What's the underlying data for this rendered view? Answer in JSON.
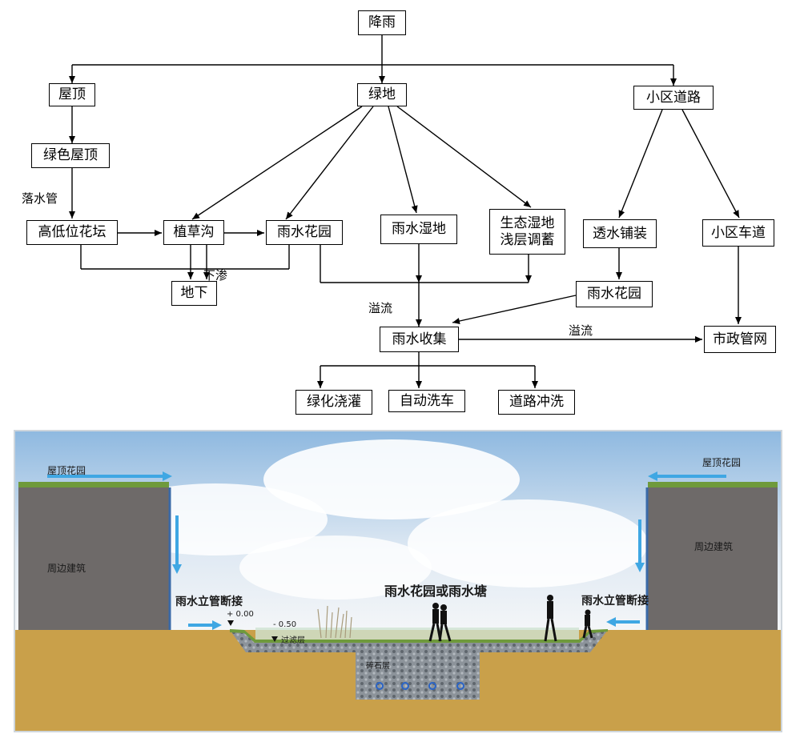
{
  "flowchart": {
    "nodes": {
      "rain": "降雨",
      "roof": "屋顶",
      "green": "绿地",
      "road": "小区道路",
      "green_roof": "绿色屋顶",
      "planter": "高低位花坛",
      "swale": "植草沟",
      "garden1": "雨水花园",
      "wetland": "雨水湿地",
      "eco": "生态湿地\n浅层调蓄",
      "permeable": "透水铺装",
      "driveway": "小区车道",
      "underground": "地下",
      "garden2": "雨水花园",
      "collect": "雨水收集",
      "municipal": "市政管网",
      "irrigation": "绿化浇灌",
      "carwash": "自动洗车",
      "roadwash": "道路冲洗"
    },
    "labels": {
      "downpipe": "落水管",
      "infiltration": "下渗",
      "overflow1": "溢流",
      "overflow2": "溢流"
    }
  },
  "section": {
    "roof_garden_left": "屋顶花园",
    "roof_garden_right": "屋顶花园",
    "building_left": "周边建筑",
    "building_right": "周边建筑",
    "downpipe_left": "雨水立管断接",
    "downpipe_right": "雨水立管断接",
    "title": "雨水花园或雨水塘",
    "level_top": "+ 0.00",
    "level_bottom": "- 0.50",
    "filter_layer": "过滤层",
    "gravel": "碎石层"
  }
}
